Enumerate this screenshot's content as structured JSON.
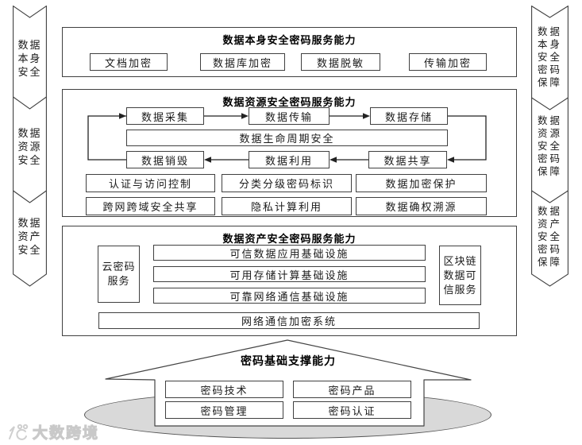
{
  "colors": {
    "line": "#404040",
    "ellipse_fill": "#d9d9d9",
    "background": "#ffffff"
  },
  "left_ribbon": {
    "segments": [
      "数据\n本身\n安全",
      "数据\n资源\n安全",
      "数据\n资产\n安全"
    ]
  },
  "right_ribbon": {
    "segments": [
      "数据\n本身\n安全\n密码\n保障",
      "数据\n资源\n安全\n密码\n保障",
      "数据\n资产\n安全\n密码\n保障"
    ]
  },
  "section_data_itself": {
    "title": "数据本身安全密码服务能力",
    "boxes": [
      "文档加密",
      "数据库加密",
      "数据脱敏",
      "传输加密"
    ]
  },
  "section_data_resource": {
    "title": "数据资源安全密码服务能力",
    "flow": {
      "collect": "数据采集",
      "transmit": "数据传输",
      "store": "数据存储",
      "lifecycle": "数据生命周期安全",
      "destroy": "数据销毁",
      "use": "数据利用",
      "share": "数据共享"
    },
    "capabilities": [
      "认证与访问控制",
      "分类分级密码标识",
      "数据加密保护",
      "跨网跨域安全共享",
      "隐私计算利用",
      "数据确权溯源"
    ]
  },
  "section_data_asset": {
    "title": "数据资产安全密码服务能力",
    "cloud": "云密码\n服务",
    "infras": [
      "可信数据应用基础设施",
      "可用存储计算基础设施",
      "可靠网络通信基础设施"
    ],
    "blockchain": "区块链\n数据可\n信服务",
    "network": "网络通信加密系统"
  },
  "foundation": {
    "title": "密码基础支撑能力",
    "boxes": [
      "密码技术",
      "密码产品",
      "密码管理",
      "密码认证"
    ]
  },
  "watermark": {
    "text": "大数跨境"
  }
}
